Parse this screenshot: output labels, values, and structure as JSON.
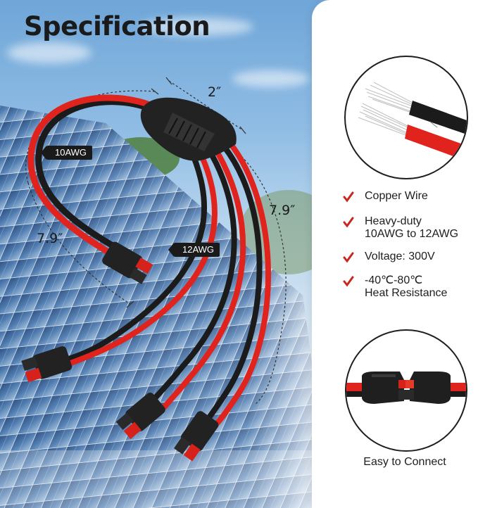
{
  "title": "Specification",
  "labels": {
    "awg_10": "10AWG",
    "awg_12": "12AWG",
    "length_top": "2″",
    "length_left": "7.9″",
    "length_right": "7.9″"
  },
  "features": [
    {
      "label": "Copper Wire",
      "icon": "check-icon"
    },
    {
      "label": "Heavy-duty\n10AWG to 12AWG",
      "icon": "check-icon"
    },
    {
      "label": "Voltage: 300V",
      "icon": "check-icon"
    },
    {
      "label": "-40℃-80℃\nHeat Resistance",
      "icon": "check-icon"
    }
  ],
  "caption": "Easy to Connect",
  "colors": {
    "wire_red": "#e0231c",
    "wire_black": "#1b1b1b",
    "check_red": "#c9261d",
    "title": "#1a1a1a",
    "connector_red": "#d6221b"
  }
}
